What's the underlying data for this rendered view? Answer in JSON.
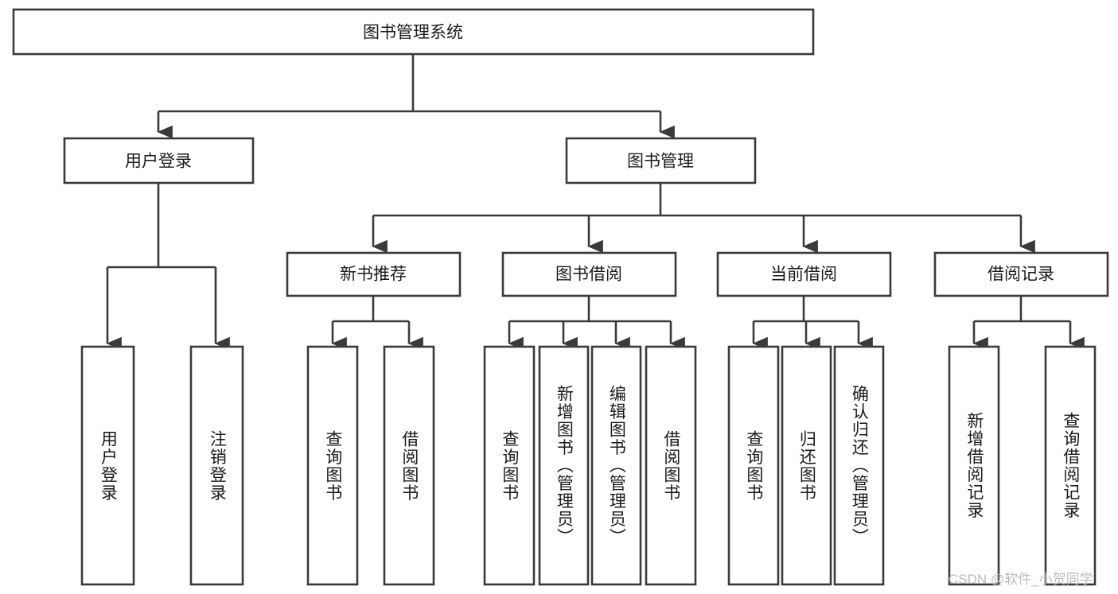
{
  "diagram": {
    "title": "图书管理系统",
    "type": "hierarchy-tree",
    "watermark": "CSDN @软件_小贺同学",
    "colors": {
      "stroke": "#3a3a3a",
      "box_fill": "#ffffff",
      "text": "#1a1a1a",
      "background": "#ffffff",
      "watermark": "#bcbcbc"
    },
    "root": {
      "label": "图书管理系统"
    },
    "level2": [
      {
        "label": "用户登录"
      },
      {
        "label": "图书管理"
      }
    ],
    "level3": [
      {
        "label": "新书推荐"
      },
      {
        "label": "图书借阅"
      },
      {
        "label": "当前借阅"
      },
      {
        "label": "借阅记录"
      }
    ],
    "leaves": {
      "user_login": [
        {
          "label": "用户登录"
        },
        {
          "label": "注销登录"
        }
      ],
      "new_book_recommend": [
        {
          "label": "查询图书"
        },
        {
          "label": "借阅图书"
        }
      ],
      "book_borrow": [
        {
          "label": "查询图书"
        },
        {
          "label": "新增图书（管理员）"
        },
        {
          "label": "编辑图书（管理员）"
        },
        {
          "label": "借阅图书"
        }
      ],
      "current_borrow": [
        {
          "label": "查询图书"
        },
        {
          "label": "归还图书"
        },
        {
          "label": "确认归还（管理员）"
        }
      ],
      "borrow_record": [
        {
          "label": "新增借阅记录"
        },
        {
          "label": "查询借阅记录"
        }
      ]
    }
  }
}
